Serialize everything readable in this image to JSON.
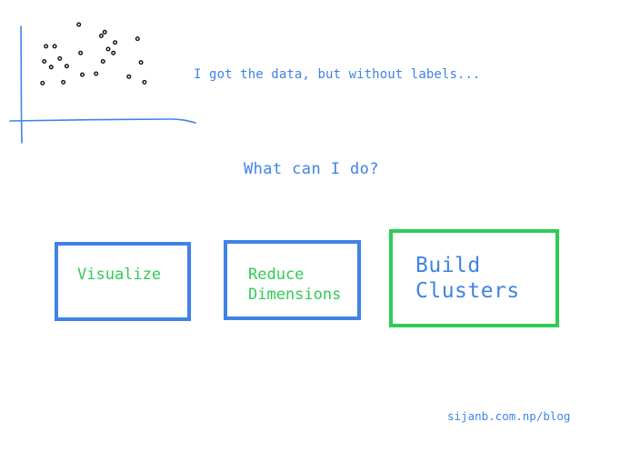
{
  "colors": {
    "blue": "#3f83e6",
    "green": "#2fcc55",
    "ink": "#111111"
  },
  "chart_data": {
    "type": "scatter",
    "title": "",
    "xlabel": "",
    "ylabel": "",
    "xlim": [
      0,
      100
    ],
    "ylim": [
      0,
      100
    ],
    "grid": false,
    "legend": "none",
    "series": [
      {
        "x": [
          14,
          19,
          13,
          22,
          17,
          26,
          12,
          24,
          34,
          33,
          35,
          43,
          46,
          48,
          50,
          54,
          53,
          47,
          62,
          67,
          69,
          71
        ],
        "y": [
          78,
          78,
          62,
          65,
          56,
          57,
          39,
          40,
          71,
          101,
          48,
          49,
          89,
          93,
          75,
          82,
          71,
          62,
          46,
          86,
          61,
          40
        ]
      }
    ]
  },
  "caption": "I got the data, but without labels...",
  "question": "What can I do?",
  "options": [
    {
      "label": "Visualize",
      "color": "#2fcc55",
      "border": "#3f83e6"
    },
    {
      "label": "Reduce\nDimensions",
      "color": "#2fcc55",
      "border": "#3f83e6"
    },
    {
      "label": "Build\nClusters",
      "color": "#3f83e6",
      "border": "#2fcc55"
    }
  ],
  "footer": "sijanb.com.np/blog"
}
